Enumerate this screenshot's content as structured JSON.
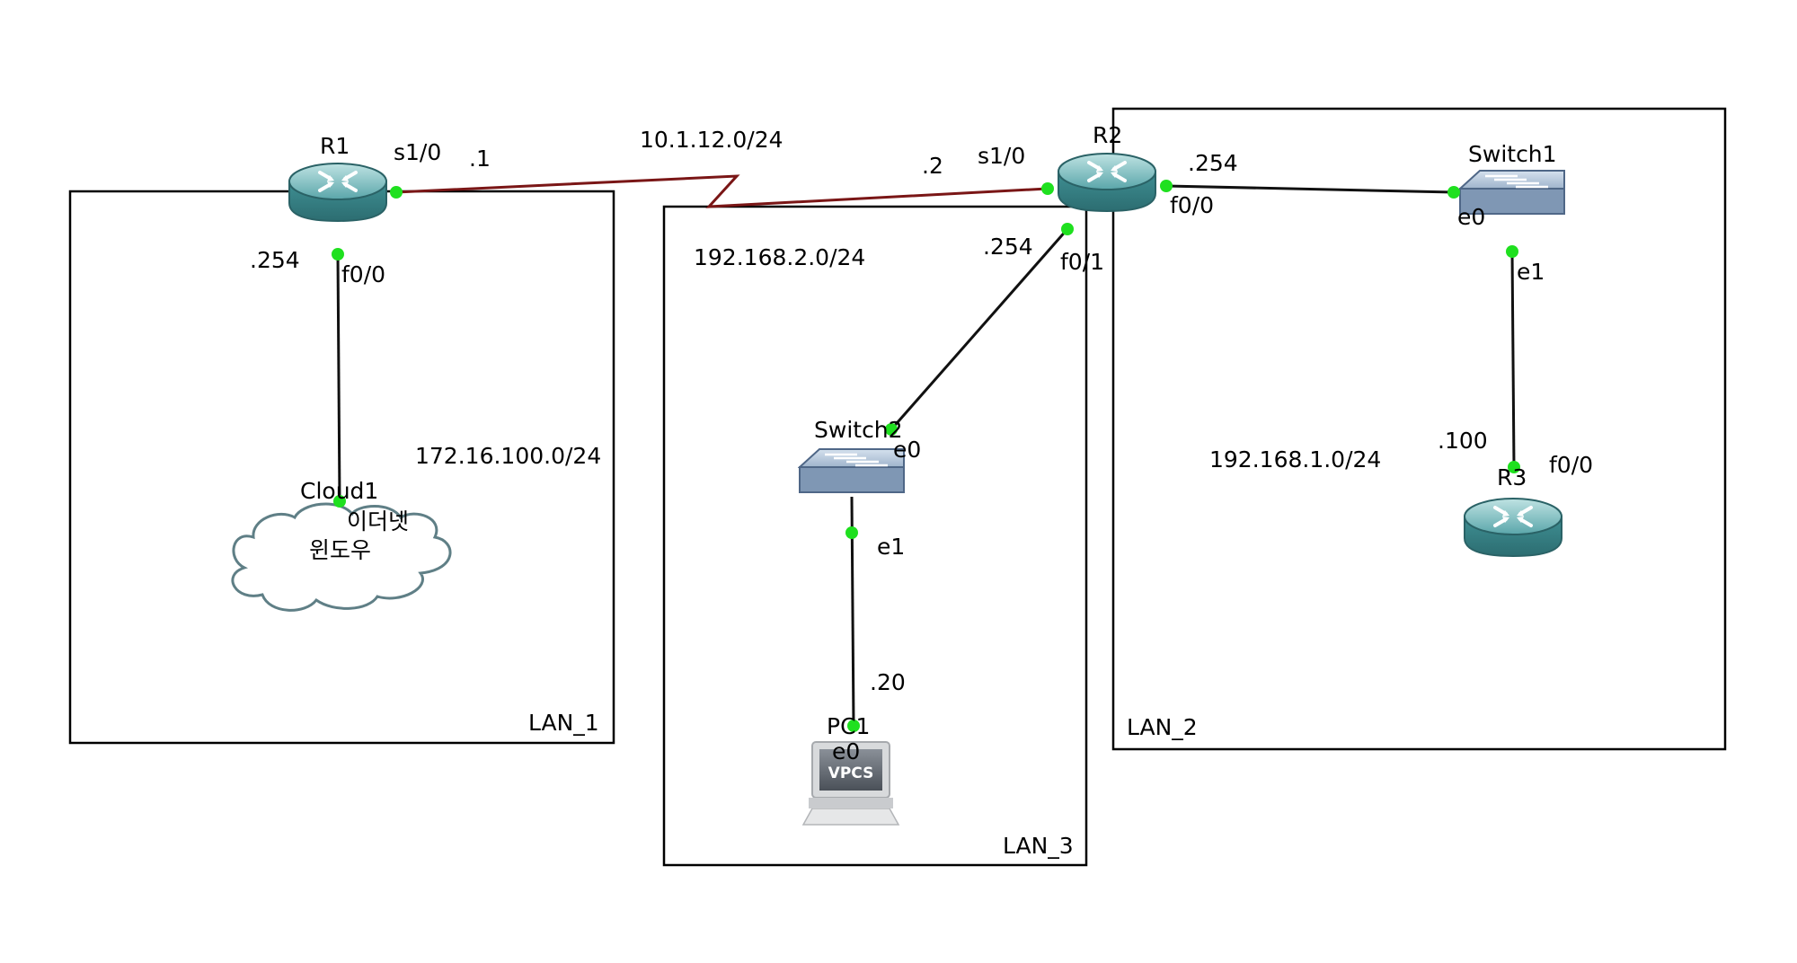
{
  "diagram": {
    "areas": {
      "lan1": "LAN_1",
      "lan2": "LAN_2",
      "lan3": "LAN_3"
    },
    "networks": {
      "serial_net": "10.1.12.0/24",
      "lan1_net": "172.16.100.0/24",
      "lan3_net": "192.168.2.0/24",
      "lan2_net": "192.168.1.0/24"
    },
    "nodes": {
      "r1": "R1",
      "r2": "R2",
      "r3": "R3",
      "switch1": "Switch1",
      "switch2": "Switch2",
      "cloud1": "Cloud1",
      "cloud1_note_line1": "이더넷",
      "cloud1_note_line2": "윈도우",
      "pc1": "PC1",
      "vpcs": "VPCS"
    },
    "ports": {
      "r1_s1_0": "s1/0",
      "r1_s1_0_ip": ".1",
      "r1_f0_0": "f0/0",
      "r1_f0_0_ip": ".254",
      "r2_s1_0": "s1/0",
      "r2_s1_0_ip": ".2",
      "r2_f0_0": "f0/0",
      "r2_f0_0_ip": ".254",
      "r2_f0_1": "f0/1",
      "r2_f0_1_ip": ".254",
      "switch1_e0": "e0",
      "switch1_e1": "e1",
      "r3_f0_0": "f0/0",
      "r3_f0_0_ip": ".100",
      "switch2_e0": "e0",
      "switch2_e1": "e1",
      "pc1_e0": "e0",
      "pc1_e0_ip": ".20"
    },
    "colors": {
      "serial_link": "#7a1616",
      "ethernet_link": "#111111",
      "port_dot": "#1fe01f",
      "router_body": "#3f8f93",
      "switch_body": "#7f97b4",
      "cloud_stroke": "#5f7f86"
    }
  }
}
